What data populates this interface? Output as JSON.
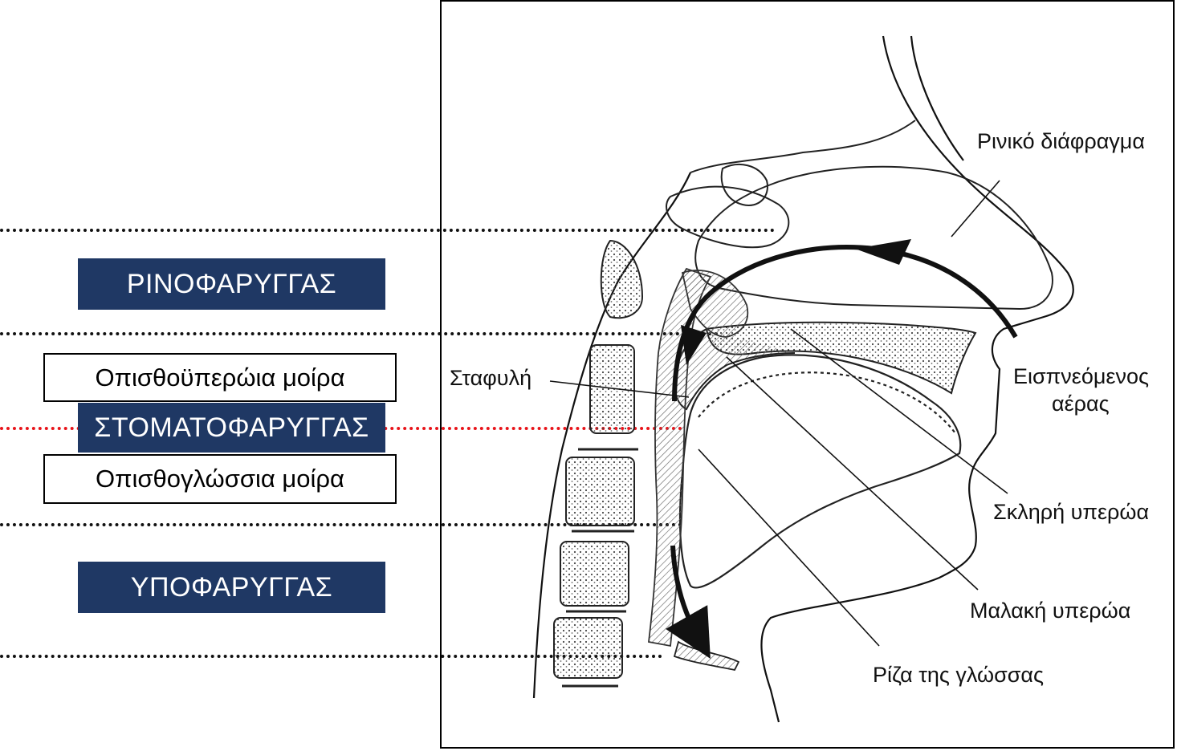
{
  "regions": {
    "nasopharynx": "ΡΙΝΟΦΑΡΥΓΓΑΣ",
    "oropharynx": "ΣΤΟΜΑΤΟΦΑΡΥΓΓΑΣ",
    "hypopharynx": "ΥΠΟΦΑΡΥΓΓΑΣ"
  },
  "subregions": {
    "retropalatal": "Οπισθοϋπερώια μοίρα",
    "retroglossal": "Οπισθογλώσσια μοίρα"
  },
  "anatomy_labels": {
    "nasal_septum": "Ρινικό διάφραγμα",
    "uvula": "Σταφυλή",
    "inspired_air_line1": "Εισπνεόμενος",
    "inspired_air_line2": "αέρας",
    "hard_palate": "Σκληρή υπερώα",
    "soft_palate": "Μαλακή υπερώα",
    "tongue_root": "Ρίζα της γλώσσας"
  },
  "colors": {
    "region_fill": "#1f3864",
    "divider_line": "#111111",
    "highlight_line": "#e8141a"
  }
}
